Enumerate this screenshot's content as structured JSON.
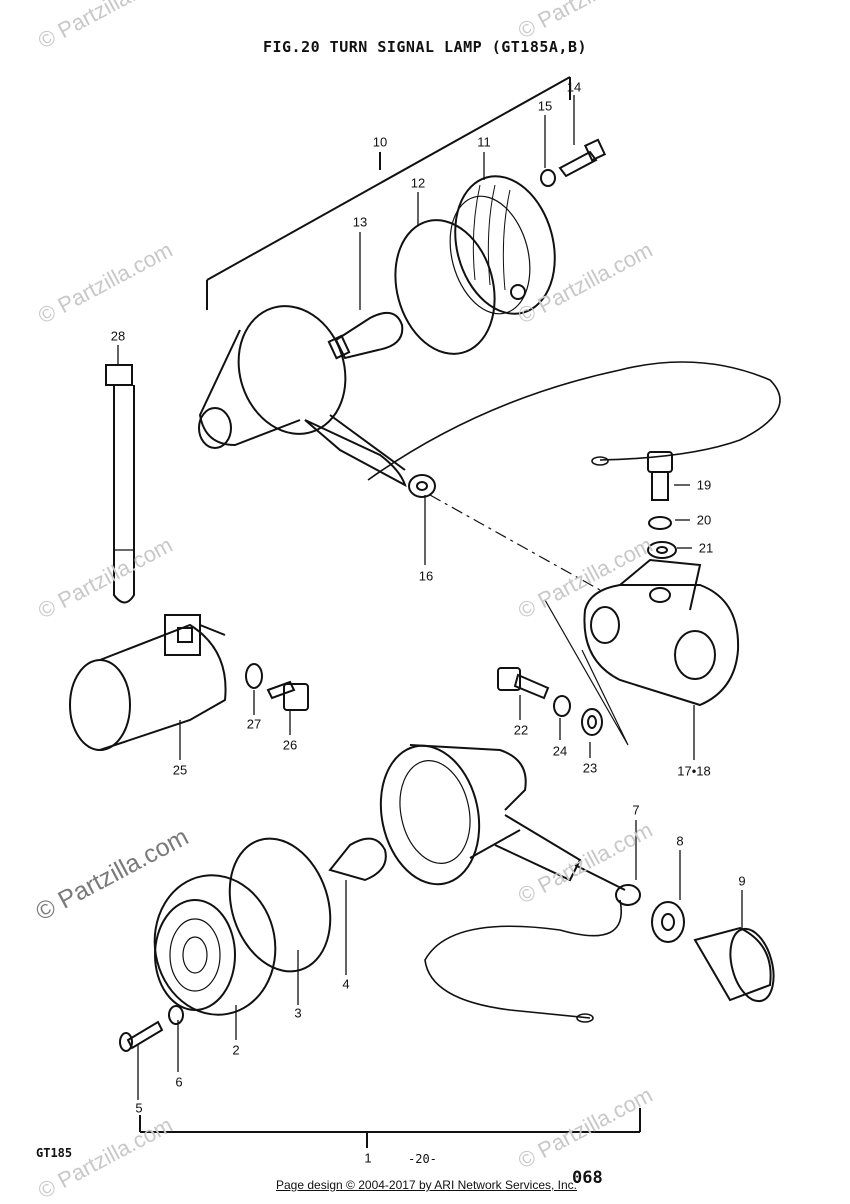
{
  "title": "FIG.20  TURN SIGNAL LAMP (GT185A,B)",
  "callouts": [
    "1",
    "2",
    "3",
    "4",
    "5",
    "6",
    "7",
    "8",
    "9",
    "10",
    "11",
    "12",
    "13",
    "14",
    "15",
    "16",
    "17•18",
    "19",
    "20",
    "21",
    "22",
    "23",
    "24",
    "25",
    "26",
    "27",
    "28"
  ],
  "watermarks": [
    "© Partzilla.com"
  ],
  "footer": {
    "model": "GT185",
    "page": "-20-",
    "code": "068",
    "copyright": "Page design © 2004-2017 by ARI Network Services, Inc."
  },
  "colors": {
    "ink": "#111111",
    "watermark": "#c8c8c8",
    "paper": "#ffffff"
  }
}
